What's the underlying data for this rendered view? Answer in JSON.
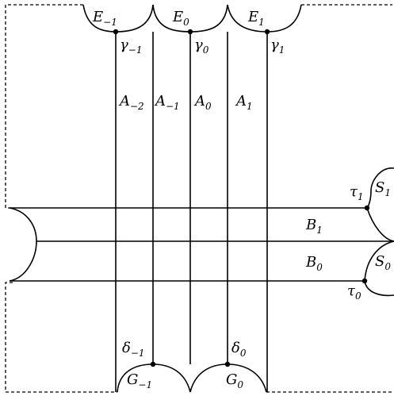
{
  "labels": {
    "E_m1": {
      "base": "E",
      "sub": "−1"
    },
    "E_0": {
      "base": "E",
      "sub": "0"
    },
    "E_1": {
      "base": "E",
      "sub": "1"
    },
    "gamma_m1": {
      "base": "γ",
      "sub": "−1"
    },
    "gamma_0": {
      "base": "γ",
      "sub": "0"
    },
    "gamma_1": {
      "base": "γ",
      "sub": "1"
    },
    "A_m2": {
      "base": "A",
      "sub": "−2"
    },
    "A_m1": {
      "base": "A",
      "sub": "−1"
    },
    "A_0": {
      "base": "A",
      "sub": "0"
    },
    "A_1": {
      "base": "A",
      "sub": "1"
    },
    "tau_1": {
      "base": "τ",
      "sub": "1"
    },
    "S_1": {
      "base": "S",
      "sub": "1"
    },
    "B_1": {
      "base": "B",
      "sub": "1"
    },
    "B_0": {
      "base": "B",
      "sub": "0"
    },
    "S_0": {
      "base": "S",
      "sub": "0"
    },
    "tau_0": {
      "base": "τ",
      "sub": "0"
    },
    "delta_m1": {
      "base": "δ",
      "sub": "−1"
    },
    "delta_0": {
      "base": "δ",
      "sub": "0"
    },
    "G_m1": {
      "base": "G",
      "sub": "−1"
    },
    "G_0": {
      "base": "G",
      "sub": "0"
    }
  }
}
